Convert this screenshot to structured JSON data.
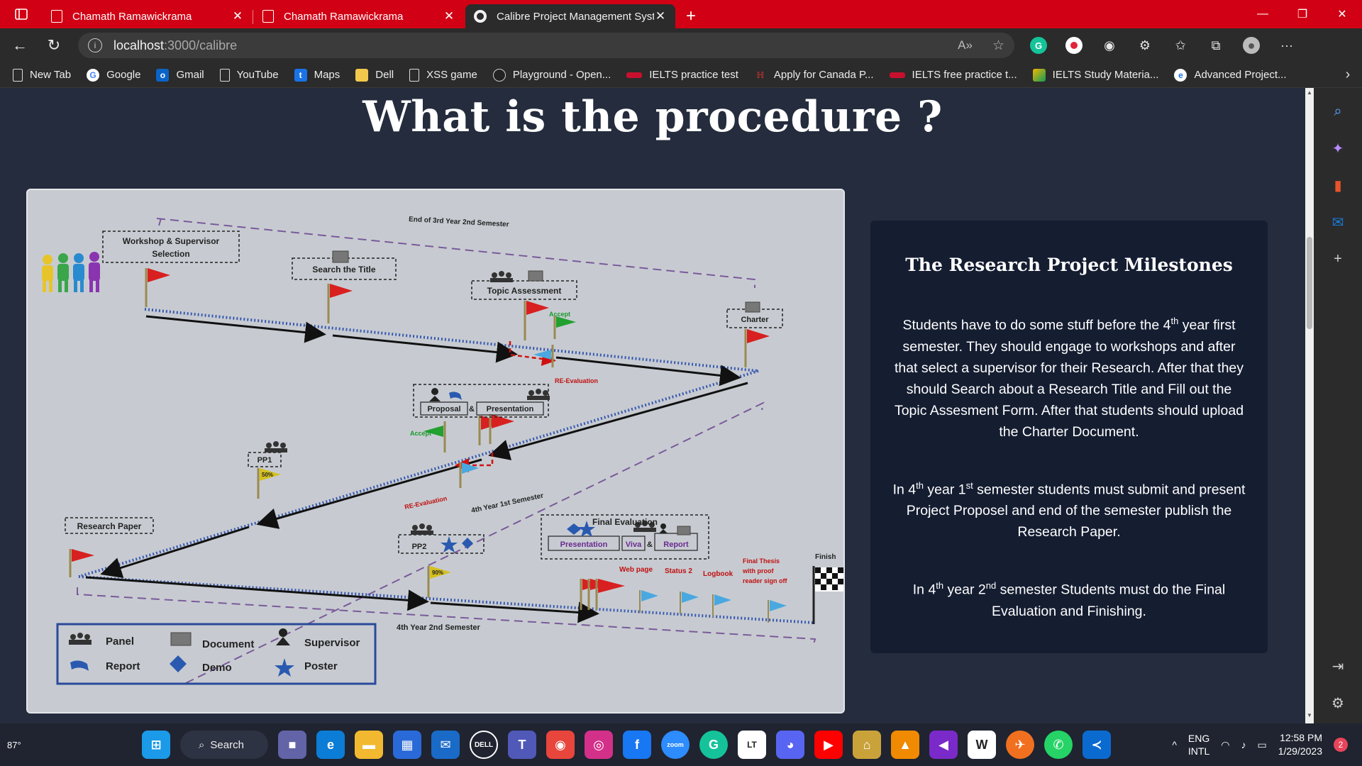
{
  "browser": {
    "tabs": [
      {
        "title": "Chamath Ramawickrama",
        "active": false
      },
      {
        "title": "Chamath Ramawickrama",
        "active": false
      },
      {
        "title": "Calibre Project Management Syst",
        "active": true
      }
    ],
    "url_host": "localhost",
    "url_path": ":3000/calibre",
    "bookmarks": [
      "New Tab",
      "Google",
      "Gmail",
      "YouTube",
      "Maps",
      "Dell",
      "XSS game",
      "Playground - Open...",
      "IELTS practice test",
      "Apply for Canada P...",
      "IELTS free practice t...",
      "IELTS Study Materia...",
      "Advanced Project..."
    ]
  },
  "page": {
    "heading": "What is the procedure ?",
    "milestones": {
      "title": "The Research Project Milestones",
      "p1_a": "Students have to do some stuff before the 4",
      "p1_sup": "th",
      "p1_b": " year first semester. They should engage to workshops and after that select a supervisor for their Research. After that they should Search about a Research Title and Fill out the Topic Assesment Form. After that students should upload the Charter Document.",
      "p2_a": "In 4",
      "p2_sup1": "th",
      "p2_b": " year 1",
      "p2_sup2": "st",
      "p2_c": " semester students must submit and present Project Proposel and end of the semester publish the Research Paper.",
      "p3_a": "In 4",
      "p3_sup1": "th",
      "p3_b": " year 2",
      "p3_sup2": "nd",
      "p3_c": " semester Students must do the Final Evaluation and Finishing."
    }
  },
  "diagram": {
    "labels": {
      "end_sem": "End of 3rd Year 2nd Semester",
      "workshop": "Workshop & Supervisor",
      "selection": "Selection",
      "search_title": "Search the Title",
      "topic": "Topic Assessment",
      "accept1": "Accept",
      "reeval1": "RE-Evaluation",
      "charter": "Charter",
      "proposal": "Proposal",
      "amp": "&",
      "presentation": "Presentation",
      "accept2": "Accept",
      "reeval2": "RE-Evaluation",
      "y4s1": "4th Year 1st Semester",
      "pp1": "PP1",
      "pp1_pct": "50%",
      "research_paper": "Research Paper",
      "pp2": "PP2",
      "pp2_pct": "90%",
      "final_eval": "Final Evaluation",
      "fe_presentation": "Presentation",
      "fe_viva": "Viva",
      "fe_amp": "&",
      "fe_report": "Report",
      "web_page": "Web page",
      "status2": "Status 2",
      "logbook": "Logbook",
      "final_thesis_1": "Final Thesis",
      "final_thesis_2": "with proof",
      "final_thesis_3": "reader sign off",
      "finish": "Finish",
      "y4s2": "4th Year 2nd Semester"
    },
    "legend": [
      {
        "icon": "panel",
        "label": "Panel"
      },
      {
        "icon": "document",
        "label": "Document"
      },
      {
        "icon": "supervisor",
        "label": "Supervisor"
      },
      {
        "icon": "report",
        "label": "Report"
      },
      {
        "icon": "demo",
        "label": "Demo"
      },
      {
        "icon": "poster",
        "label": "Poster"
      }
    ]
  },
  "taskbar": {
    "temperature": "87°",
    "search": "Search",
    "lang1": "ENG",
    "lang2": "INTL",
    "time": "12:58 PM",
    "date": "1/29/2023",
    "notifications": "2"
  }
}
